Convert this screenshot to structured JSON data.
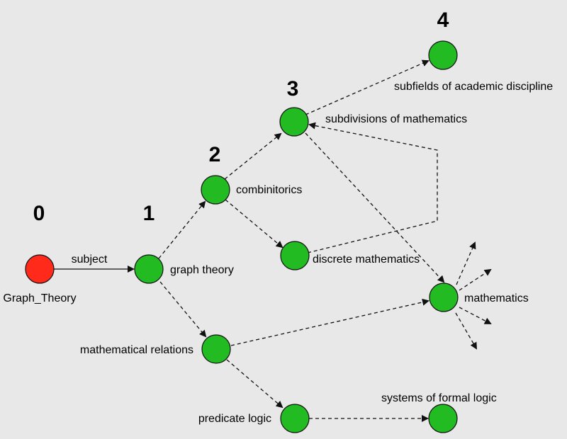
{
  "colors": {
    "background": "#e8e8e8",
    "root_node": "#ff2a1a",
    "node": "#22bb22",
    "stroke": "#111111"
  },
  "levels": [
    "0",
    "1",
    "2",
    "3",
    "4"
  ],
  "nodes": {
    "root": "Graph_Theory",
    "graph_theory": "graph theory",
    "combinitorics": "combinitorics",
    "mathematical_relations": "mathematical relations",
    "subdivisions": "subdivisions of mathematics",
    "discrete": "discrete mathematics",
    "predicate_logic": "predicate logic",
    "subfields": "subfields of academic discipline",
    "mathematics": "mathematics",
    "formal_logic": "systems of formal logic"
  },
  "edges": [
    {
      "from": "Graph_Theory",
      "to": "graph theory",
      "label": "subject",
      "style": "solid"
    },
    {
      "from": "graph theory",
      "to": "combinitorics",
      "style": "dashed"
    },
    {
      "from": "graph theory",
      "to": "mathematical relations",
      "style": "dashed"
    },
    {
      "from": "combinitorics",
      "to": "subdivisions of mathematics",
      "style": "dashed"
    },
    {
      "from": "combinitorics",
      "to": "discrete mathematics",
      "style": "dashed"
    },
    {
      "from": "discrete mathematics",
      "to": "subdivisions of mathematics",
      "style": "dashed"
    },
    {
      "from": "subdivisions of mathematics",
      "to": "subfields of academic discipline",
      "style": "dashed"
    },
    {
      "from": "subdivisions of mathematics",
      "to": "mathematics",
      "style": "dashed"
    },
    {
      "from": "mathematical relations",
      "to": "mathematics",
      "style": "dashed"
    },
    {
      "from": "mathematical relations",
      "to": "predicate logic",
      "style": "dashed"
    },
    {
      "from": "predicate logic",
      "to": "systems of formal logic",
      "style": "dashed"
    }
  ]
}
